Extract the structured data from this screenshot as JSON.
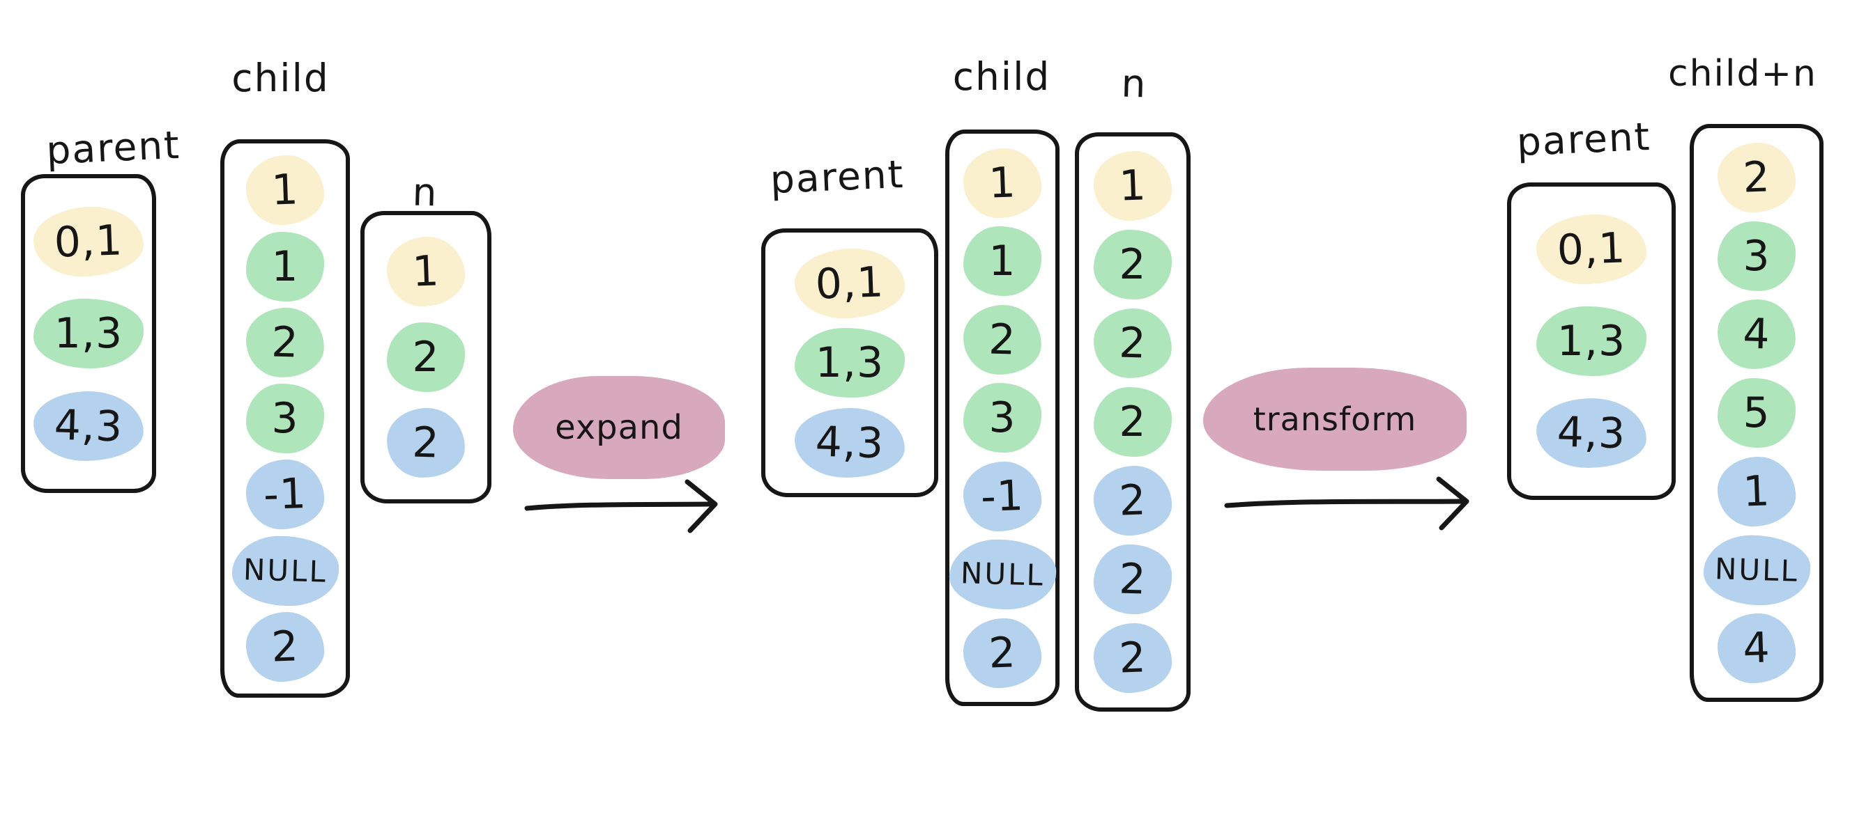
{
  "colors": {
    "ink": "#161616",
    "yellow": "#faf0cd",
    "green": "#afe5bb",
    "blue": "#b4d2ed",
    "pink": "#d8a8bc",
    "background": "#ffffff"
  },
  "arrows": [
    {
      "label": "expand"
    },
    {
      "label": "transform"
    }
  ],
  "groups": [
    {
      "name": "before",
      "columns": [
        {
          "label": "parent",
          "rows": [
            {
              "text": "0,1",
              "color": "yellow"
            },
            {
              "text": "1,3",
              "color": "green"
            },
            {
              "text": "4,3",
              "color": "blue"
            }
          ]
        },
        {
          "label": "child",
          "rows": [
            {
              "text": "1",
              "color": "yellow"
            },
            {
              "text": "1",
              "color": "green"
            },
            {
              "text": "2",
              "color": "green"
            },
            {
              "text": "3",
              "color": "green"
            },
            {
              "text": "-1",
              "color": "blue"
            },
            {
              "text": "NULL",
              "color": "blue"
            },
            {
              "text": "2",
              "color": "blue"
            }
          ]
        },
        {
          "label": "n",
          "rows": [
            {
              "text": "1",
              "color": "yellow"
            },
            {
              "text": "2",
              "color": "green"
            },
            {
              "text": "2",
              "color": "blue"
            }
          ]
        }
      ]
    },
    {
      "name": "expanded",
      "columns": [
        {
          "label": "parent",
          "rows": [
            {
              "text": "0,1",
              "color": "yellow"
            },
            {
              "text": "1,3",
              "color": "green"
            },
            {
              "text": "4,3",
              "color": "blue"
            }
          ]
        },
        {
          "label": "child",
          "rows": [
            {
              "text": "1",
              "color": "yellow"
            },
            {
              "text": "1",
              "color": "green"
            },
            {
              "text": "2",
              "color": "green"
            },
            {
              "text": "3",
              "color": "green"
            },
            {
              "text": "-1",
              "color": "blue"
            },
            {
              "text": "NULL",
              "color": "blue"
            },
            {
              "text": "2",
              "color": "blue"
            }
          ]
        },
        {
          "label": "n",
          "rows": [
            {
              "text": "1",
              "color": "yellow"
            },
            {
              "text": "2",
              "color": "green"
            },
            {
              "text": "2",
              "color": "green"
            },
            {
              "text": "2",
              "color": "green"
            },
            {
              "text": "2",
              "color": "blue"
            },
            {
              "text": "2",
              "color": "blue"
            },
            {
              "text": "2",
              "color": "blue"
            }
          ]
        }
      ]
    },
    {
      "name": "transformed",
      "columns": [
        {
          "label": "parent",
          "rows": [
            {
              "text": "0,1",
              "color": "yellow"
            },
            {
              "text": "1,3",
              "color": "green"
            },
            {
              "text": "4,3",
              "color": "blue"
            }
          ]
        },
        {
          "label": "child+n",
          "rows": [
            {
              "text": "2",
              "color": "yellow"
            },
            {
              "text": "3",
              "color": "green"
            },
            {
              "text": "4",
              "color": "green"
            },
            {
              "text": "5",
              "color": "green"
            },
            {
              "text": "1",
              "color": "blue"
            },
            {
              "text": "NULL",
              "color": "blue"
            },
            {
              "text": "4",
              "color": "blue"
            }
          ]
        }
      ]
    }
  ]
}
